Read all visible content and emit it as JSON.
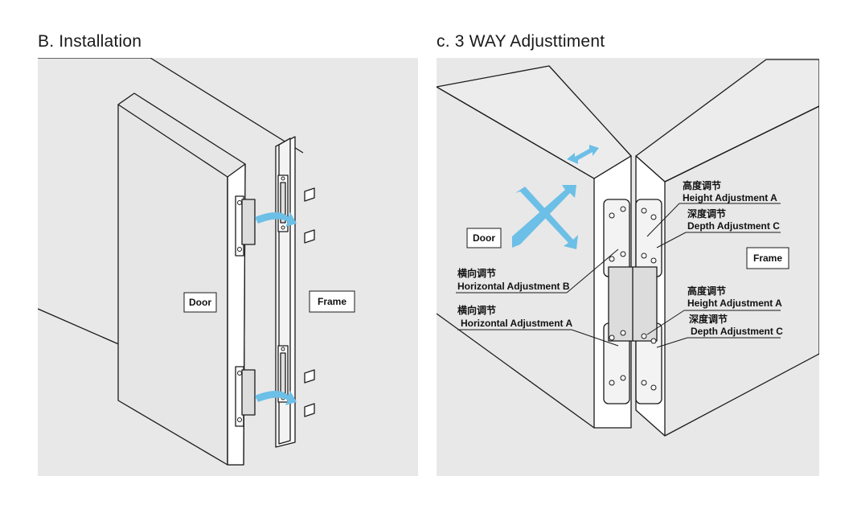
{
  "installation": {
    "title": "B. Installation",
    "door_label": "Door",
    "frame_label": "Frame"
  },
  "adjustment": {
    "title": "c. 3 WAY Adjusttiment",
    "door_label": "Door",
    "frame_label": "Frame",
    "callouts": {
      "top_right_1_cn": "高度调节",
      "top_right_1_en": "Height Adjustment A",
      "top_right_2_cn": "深度调节",
      "top_right_2_en": "Depth Adjustment C",
      "left_1_cn": "横向调节",
      "left_1_en": "Horizontal Adjustment B",
      "left_2_cn": "横向调节",
      "left_2_en": "Horizontal Adjustment A",
      "mid_right_1_cn": "高度调节",
      "mid_right_1_en": "Height Adjustment A",
      "mid_right_2_cn": "深度调节",
      "mid_right_2_en": "Depth Adjustment C"
    }
  },
  "colors": {
    "panel_bg": "#e8e8e8",
    "arrow_blue": "#6cbfe6",
    "line": "#1a1a1a"
  }
}
